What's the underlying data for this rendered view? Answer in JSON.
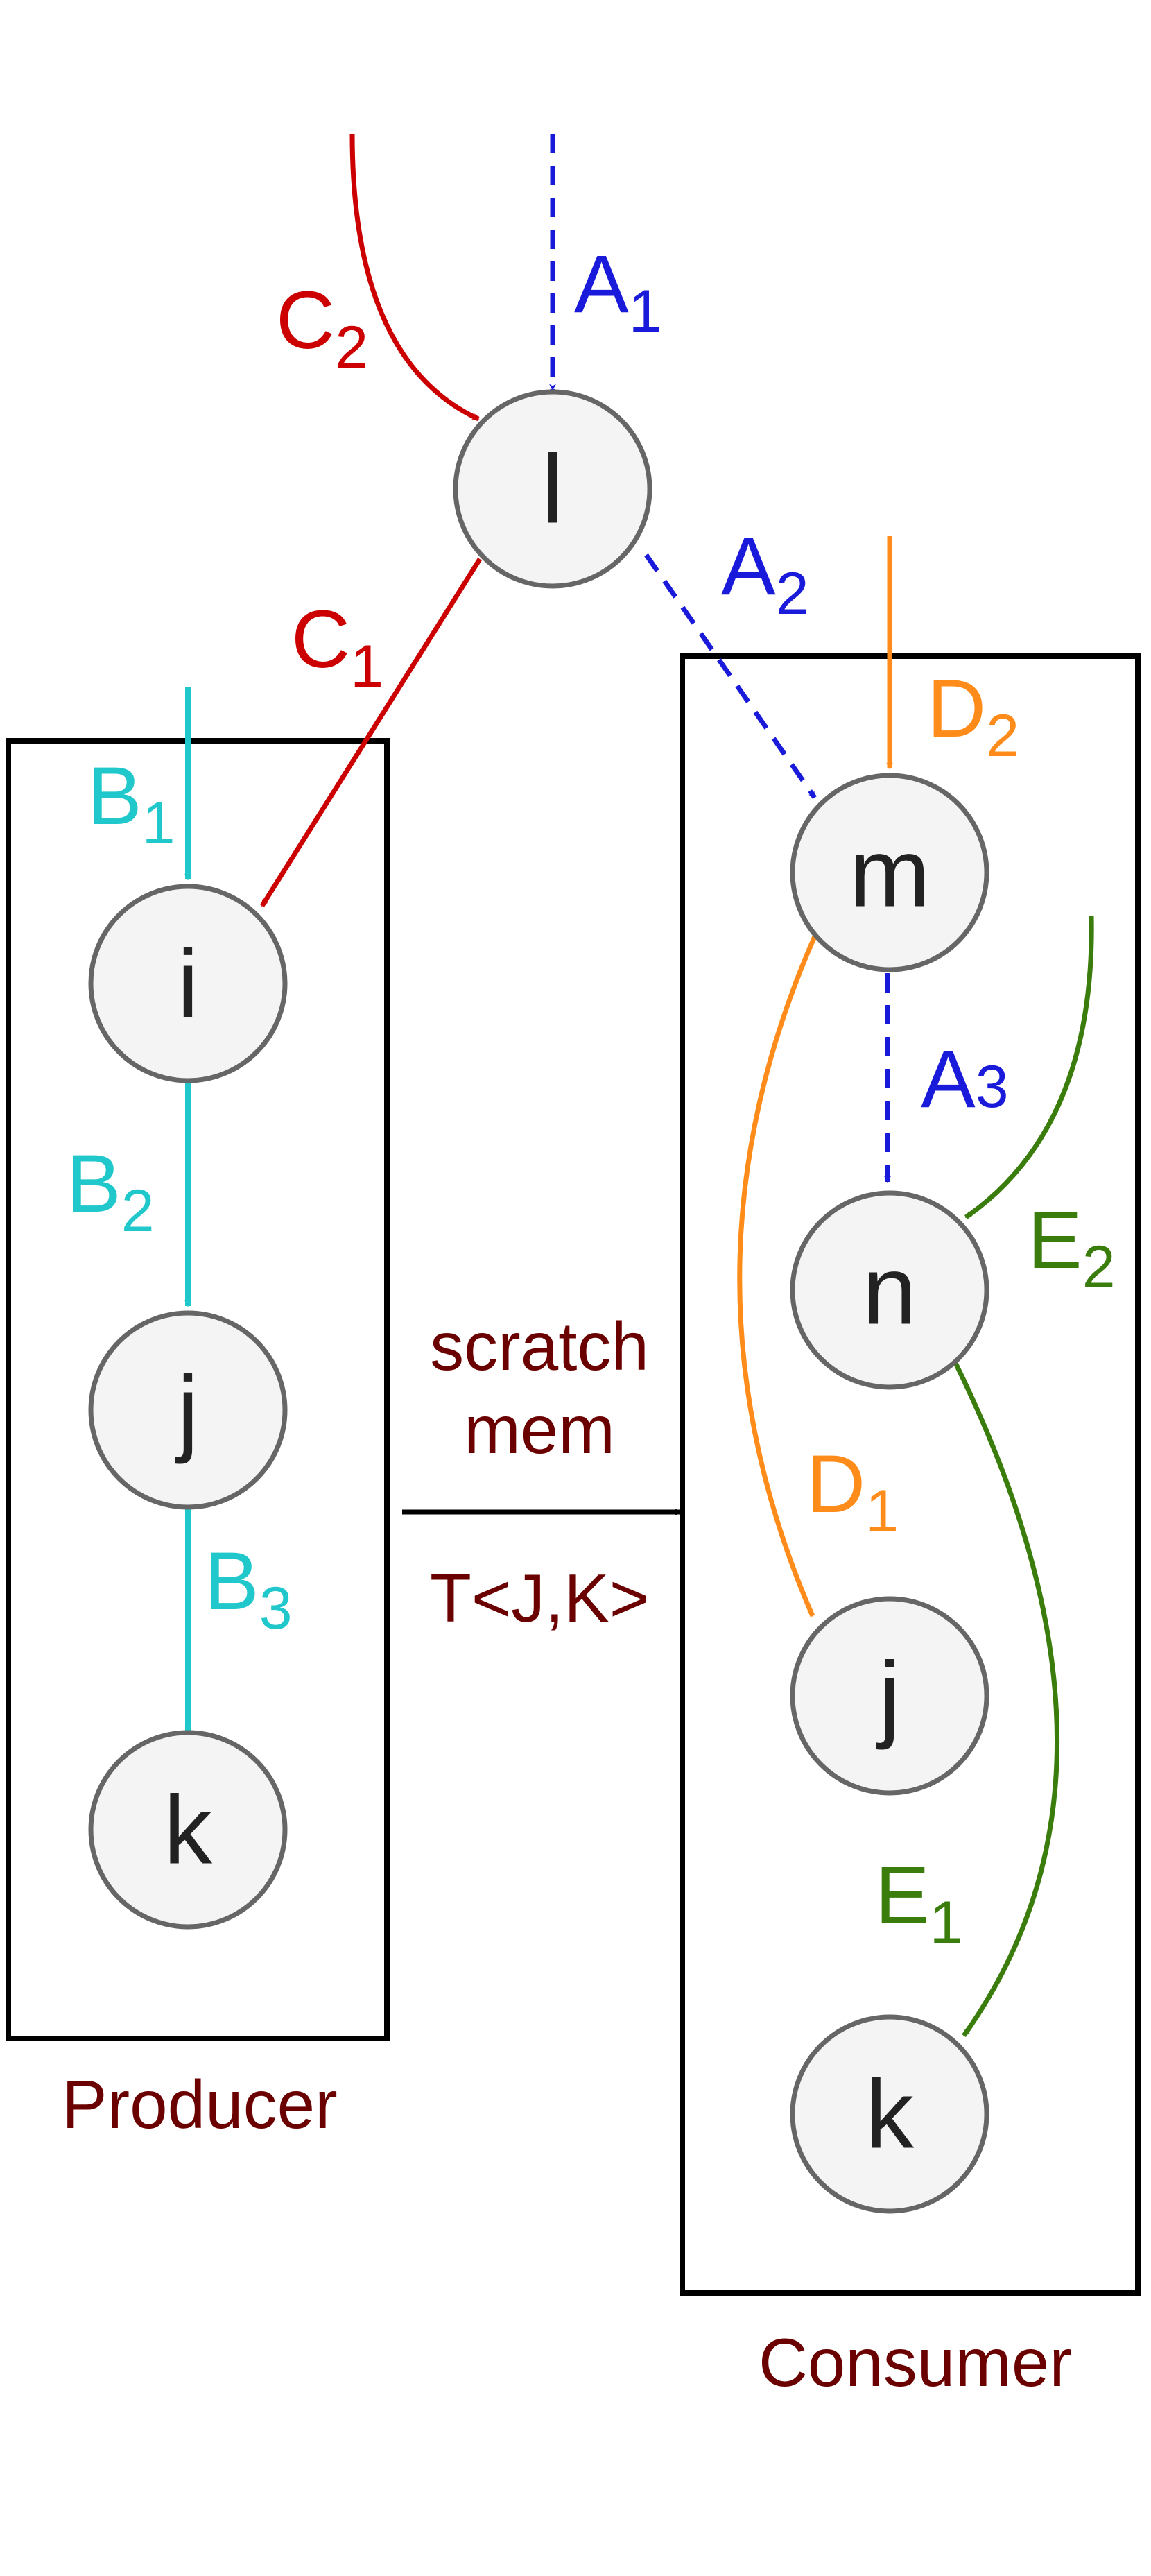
{
  "colors": {
    "A": "#1a1adb",
    "B": "#20c8cc",
    "C": "#cc0000",
    "D": "#ff8c1a",
    "E": "#3a7d0c",
    "text_dark": "#6b0000",
    "arrow_black": "#000000"
  },
  "nodes": {
    "l": "l",
    "i": "i",
    "j_prod": "j",
    "k_prod": "k",
    "m": "m",
    "n": "n",
    "j_cons": "j",
    "k_cons": "k"
  },
  "edges": {
    "A1": {
      "letter": "A",
      "index": "1"
    },
    "A2": {
      "letter": "A",
      "index": "2"
    },
    "A3": {
      "letter": "A",
      "index": "3"
    },
    "B1": {
      "letter": "B",
      "index": "1"
    },
    "B2": {
      "letter": "B",
      "index": "2"
    },
    "B3": {
      "letter": "B",
      "index": "3"
    },
    "C1": {
      "letter": "C",
      "index": "1"
    },
    "C2": {
      "letter": "C",
      "index": "2"
    },
    "D1": {
      "letter": "D",
      "index": "1"
    },
    "D2": {
      "letter": "D",
      "index": "2"
    },
    "E1": {
      "letter": "E",
      "index": "1"
    },
    "E2": {
      "letter": "E",
      "index": "2"
    }
  },
  "transfer": {
    "line1": "scratch",
    "line2": "mem",
    "type": "T<J,K>"
  },
  "boxes": {
    "producer": "Producer",
    "consumer": "Consumer"
  }
}
